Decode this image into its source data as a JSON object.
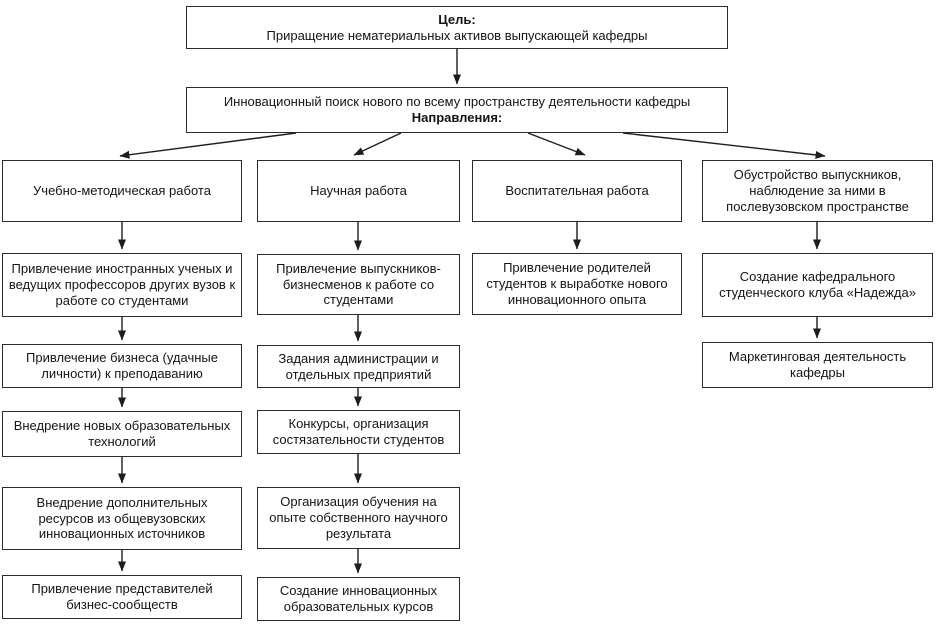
{
  "diagram": {
    "goal": {
      "title": "Цель:",
      "text": "Приращение нематериальных активов выпускающей кафедры"
    },
    "search": {
      "text": "Инновационный поиск нового по всему пространству деятельности кафедры",
      "subtitle": "Направления:"
    },
    "columns": [
      {
        "header": "Учебно-методическая работа",
        "items": [
          "Привлечение иностранных ученых и ведущих профессоров других вузов к работе со студентами",
          "Привлечение бизнеса (удачные личности) к преподаванию",
          "Внедрение новых образовательных технологий",
          "Внедрение дополнительных ресурсов из общевузовских инновационных источников",
          "Привлечение представителей бизнес-сообществ"
        ]
      },
      {
        "header": "Научная работа",
        "items": [
          "Привлечение выпускников-бизнесменов к работе со студентами",
          "Задания администрации и отдельных предприятий",
          "Конкурсы, организация состязательности студентов",
          "Организация обучения на опыте собственного научного результата",
          "Создание инновационных образовательных курсов"
        ]
      },
      {
        "header": "Воспитательная работа",
        "items": [
          "Привлечение родителей студентов к выработке нового инновационного опыта"
        ]
      },
      {
        "header": "Обустройство выпускников, наблюдение за ними в послевузовском пространстве",
        "items": [
          "Создание кафедрального студенческого клуба «Надежда»",
          "Маркетинговая деятельность кафедры"
        ]
      }
    ],
    "line_color": "#1d1d1d",
    "border_color": "#2b2b2b",
    "background_color": "#ffffff"
  }
}
